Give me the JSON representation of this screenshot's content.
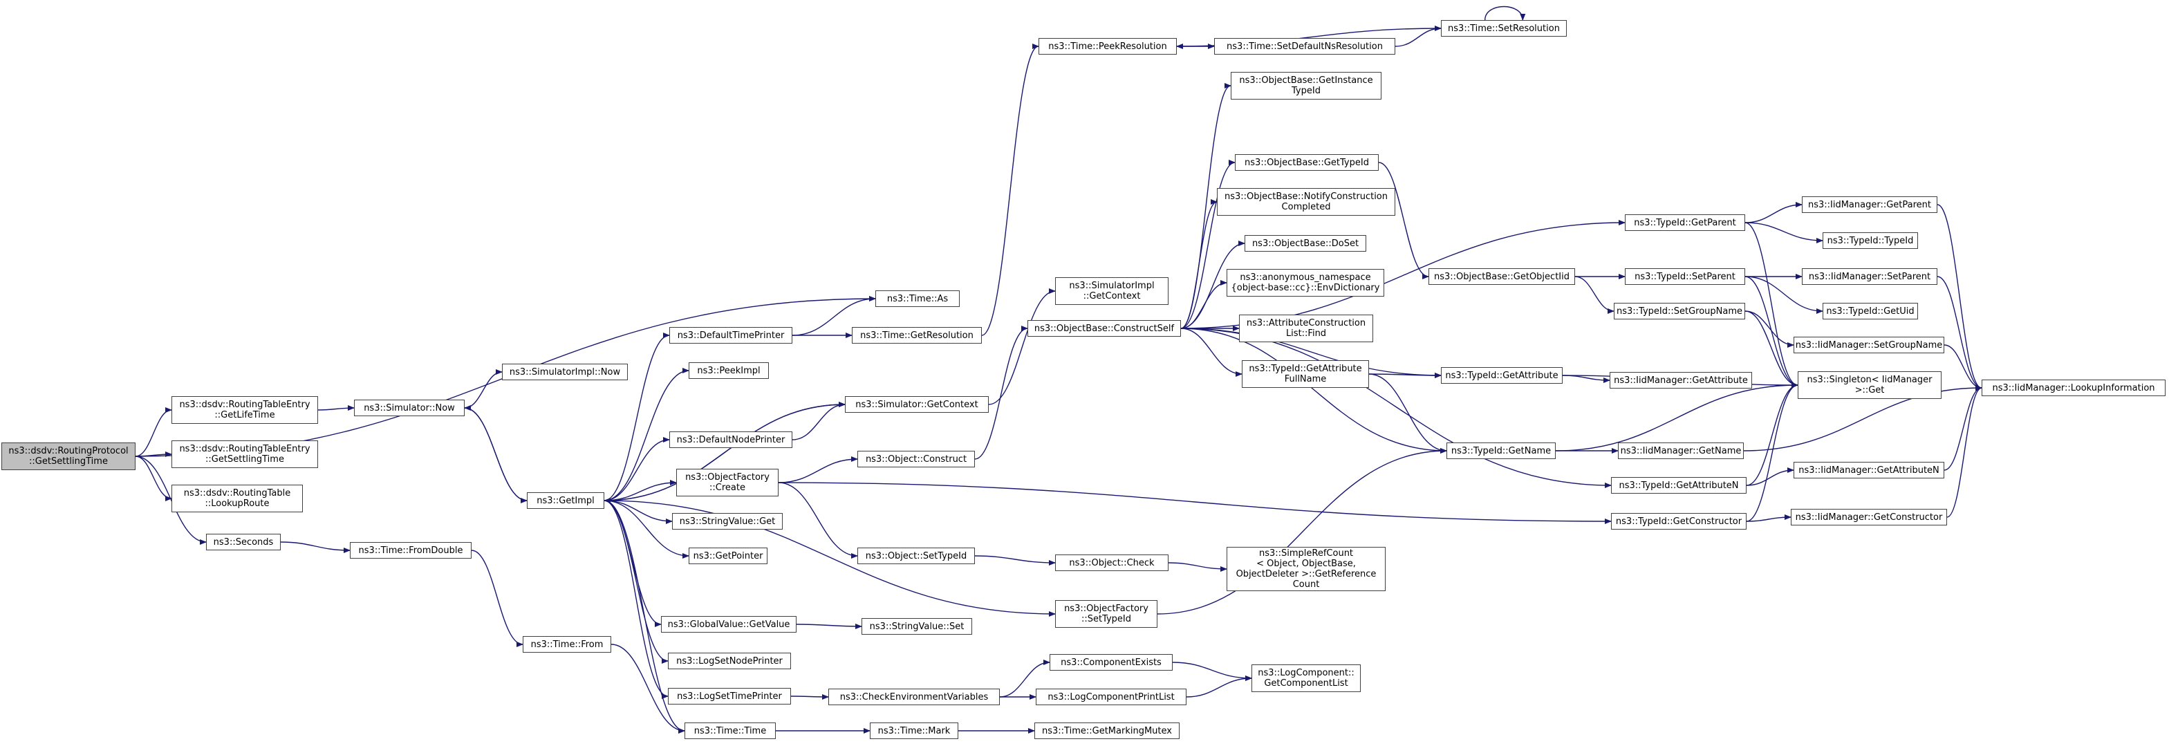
{
  "colors": {
    "edge": "#191970",
    "border": "#404040",
    "root_fill": "#bfbfbf",
    "fill": "#ffffff"
  },
  "nodes": [
    {
      "id": "root",
      "lines": [
        "ns3::dsdv::RoutingProtocol",
        "::GetSettlingTime"
      ],
      "root": true
    },
    {
      "id": "asTime",
      "lines": [
        "ns3::Time::As"
      ]
    },
    {
      "id": "rteLifeTime",
      "lines": [
        "ns3::dsdv::RoutingTableEntry",
        "::GetLifeTime"
      ]
    },
    {
      "id": "rteSettling",
      "lines": [
        "ns3::dsdv::RoutingTableEntry",
        "::GetSettlingTime"
      ]
    },
    {
      "id": "rtLookup",
      "lines": [
        "ns3::dsdv::RoutingTable",
        "::LookupRoute"
      ]
    },
    {
      "id": "seconds",
      "lines": [
        "ns3::Seconds"
      ]
    },
    {
      "id": "simNow",
      "lines": [
        "ns3::Simulator::Now"
      ]
    },
    {
      "id": "simImplNow",
      "lines": [
        "ns3::SimulatorImpl::Now"
      ]
    },
    {
      "id": "getImpl",
      "lines": [
        "ns3::GetImpl"
      ]
    },
    {
      "id": "fromDouble",
      "lines": [
        "ns3::Time::FromDouble"
      ]
    },
    {
      "id": "timeFrom",
      "lines": [
        "ns3::Time::From"
      ]
    },
    {
      "id": "defTimePrinter",
      "lines": [
        "ns3::DefaultTimePrinter"
      ]
    },
    {
      "id": "peekImpl",
      "lines": [
        "ns3::PeekImpl"
      ]
    },
    {
      "id": "defNodePrinter",
      "lines": [
        "ns3::DefaultNodePrinter"
      ]
    },
    {
      "id": "objFactCreate",
      "lines": [
        "ns3::ObjectFactory",
        "::Create"
      ]
    },
    {
      "id": "strValGet",
      "lines": [
        "ns3::StringValue::Get"
      ]
    },
    {
      "id": "getPointer",
      "lines": [
        "ns3::GetPointer"
      ]
    },
    {
      "id": "globValGet",
      "lines": [
        "ns3::GlobalValue::GetValue"
      ]
    },
    {
      "id": "logSetNode",
      "lines": [
        "ns3::LogSetNodePrinter"
      ]
    },
    {
      "id": "logSetTime",
      "lines": [
        "ns3::LogSetTimePrinter"
      ]
    },
    {
      "id": "timeTime",
      "lines": [
        "ns3::Time::Time"
      ]
    },
    {
      "id": "getResolution",
      "lines": [
        "ns3::Time::GetResolution"
      ]
    },
    {
      "id": "simGetContext",
      "lines": [
        "ns3::Simulator::GetContext"
      ]
    },
    {
      "id": "simImplGetCtx",
      "lines": [
        "ns3::SimulatorImpl",
        "::GetContext"
      ]
    },
    {
      "id": "objConstruct",
      "lines": [
        "ns3::Object::Construct"
      ]
    },
    {
      "id": "objSetTypeId",
      "lines": [
        "ns3::Object::SetTypeId"
      ]
    },
    {
      "id": "strValSet",
      "lines": [
        "ns3::StringValue::Set"
      ]
    },
    {
      "id": "checkEnv",
      "lines": [
        "ns3::CheckEnvironmentVariables"
      ]
    },
    {
      "id": "timeMark",
      "lines": [
        "ns3::Time::Mark"
      ]
    },
    {
      "id": "peekRes",
      "lines": [
        "ns3::Time::PeekResolution"
      ]
    },
    {
      "id": "setDefNsRes",
      "lines": [
        "ns3::Time::SetDefaultNsResolution"
      ]
    },
    {
      "id": "setRes",
      "lines": [
        "ns3::Time::SetResolution"
      ]
    },
    {
      "id": "objBaseConstructSelf",
      "lines": [
        "ns3::ObjectBase::ConstructSelf"
      ]
    },
    {
      "id": "objCheck",
      "lines": [
        "ns3::Object::Check"
      ]
    },
    {
      "id": "objFactSetTypeId",
      "lines": [
        "ns3::ObjectFactory",
        "::SetTypeId"
      ]
    },
    {
      "id": "compExists",
      "lines": [
        "ns3::ComponentExists"
      ]
    },
    {
      "id": "logCompPrintList",
      "lines": [
        "ns3::LogComponentPrintList"
      ]
    },
    {
      "id": "getMarkingMutex",
      "lines": [
        "ns3::Time::GetMarkingMutex"
      ]
    },
    {
      "id": "obGetInstTypeId",
      "lines": [
        "ns3::ObjectBase::GetInstance",
        "TypeId"
      ]
    },
    {
      "id": "obGetTypeId",
      "lines": [
        "ns3::ObjectBase::GetTypeId"
      ]
    },
    {
      "id": "obNotify",
      "lines": [
        "ns3::ObjectBase::NotifyConstruction",
        "Completed"
      ]
    },
    {
      "id": "obDoSet",
      "lines": [
        "ns3::ObjectBase::DoSet"
      ]
    },
    {
      "id": "anonEnvDict",
      "lines": [
        "ns3::anonymous_namespace",
        "{object-base::cc}::EnvDictionary"
      ]
    },
    {
      "id": "attrConstrFind",
      "lines": [
        "ns3::AttributeConstruction",
        "List::Find"
      ]
    },
    {
      "id": "tidGetAttrFull",
      "lines": [
        "ns3::TypeId::GetAttribute",
        "FullName"
      ]
    },
    {
      "id": "simpleRefCount",
      "lines": [
        "ns3::SimpleRefCount",
        "< Object, ObjectBase,",
        "ObjectDeleter >::GetReference",
        "Count"
      ]
    },
    {
      "id": "logCompGetList",
      "lines": [
        "ns3::LogComponent::",
        "GetComponentList"
      ]
    },
    {
      "id": "obGetObjectIid",
      "lines": [
        "ns3::ObjectBase::GetObjectIid"
      ]
    },
    {
      "id": "tidGetAttribute",
      "lines": [
        "ns3::TypeId::GetAttribute"
      ]
    },
    {
      "id": "tidGetName",
      "lines": [
        "ns3::TypeId::GetName"
      ]
    },
    {
      "id": "tidGetParent",
      "lines": [
        "ns3::TypeId::GetParent"
      ]
    },
    {
      "id": "tidSetParent",
      "lines": [
        "ns3::TypeId::SetParent"
      ]
    },
    {
      "id": "tidSetGroupName",
      "lines": [
        "ns3::TypeId::SetGroupName"
      ]
    },
    {
      "id": "iidGetAttribute",
      "lines": [
        "ns3::IidManager::GetAttribute"
      ]
    },
    {
      "id": "iidGetName",
      "lines": [
        "ns3::IidManager::GetName"
      ]
    },
    {
      "id": "tidGetAttributeN",
      "lines": [
        "ns3::TypeId::GetAttributeN"
      ]
    },
    {
      "id": "tidGetConstructor",
      "lines": [
        "ns3::TypeId::GetConstructor"
      ]
    },
    {
      "id": "iidGetParent",
      "lines": [
        "ns3::IidManager::GetParent"
      ]
    },
    {
      "id": "tidTypeId",
      "lines": [
        "ns3::TypeId::TypeId"
      ]
    },
    {
      "id": "iidSetParent",
      "lines": [
        "ns3::IidManager::SetParent"
      ]
    },
    {
      "id": "tidGetUid",
      "lines": [
        "ns3::TypeId::GetUid"
      ]
    },
    {
      "id": "iidSetGroupName",
      "lines": [
        "ns3::IidManager::SetGroupName"
      ]
    },
    {
      "id": "singletonGet",
      "lines": [
        "ns3::Singleton< IidManager",
        ">::Get"
      ]
    },
    {
      "id": "iidGetAttributeN",
      "lines": [
        "ns3::IidManager::GetAttributeN"
      ]
    },
    {
      "id": "iidGetConstructor",
      "lines": [
        "ns3::IidManager::GetConstructor"
      ]
    },
    {
      "id": "iidLookupInfo",
      "lines": [
        "ns3::IidManager::LookupInformation"
      ]
    }
  ],
  "edges": [
    [
      "root",
      "asTime"
    ],
    [
      "root",
      "rteLifeTime"
    ],
    [
      "root",
      "rteSettling"
    ],
    [
      "root",
      "rtLookup"
    ],
    [
      "root",
      "seconds"
    ],
    [
      "rteLifeTime",
      "simNow"
    ],
    [
      "simNow",
      "simImplNow"
    ],
    [
      "simNow",
      "getImpl"
    ],
    [
      "seconds",
      "fromDouble"
    ],
    [
      "fromDouble",
      "timeFrom"
    ],
    [
      "timeFrom",
      "timeTime"
    ],
    [
      "getImpl",
      "simNow"
    ],
    [
      "getImpl",
      "defTimePrinter"
    ],
    [
      "getImpl",
      "peekImpl"
    ],
    [
      "getImpl",
      "defNodePrinter"
    ],
    [
      "getImpl",
      "objFactCreate"
    ],
    [
      "getImpl",
      "strValGet"
    ],
    [
      "getImpl",
      "getPointer"
    ],
    [
      "getImpl",
      "globValGet"
    ],
    [
      "getImpl",
      "logSetNode"
    ],
    [
      "getImpl",
      "logSetTime"
    ],
    [
      "getImpl",
      "timeTime"
    ],
    [
      "getImpl",
      "simGetContext"
    ],
    [
      "getImpl",
      "objFactSetTypeId"
    ],
    [
      "defTimePrinter",
      "asTime"
    ],
    [
      "defTimePrinter",
      "getResolution"
    ],
    [
      "defNodePrinter",
      "simGetContext"
    ],
    [
      "getResolution",
      "peekRes"
    ],
    [
      "peekRes",
      "setDefNsRes"
    ],
    [
      "setDefNsRes",
      "setRes"
    ],
    [
      "setRes",
      "peekRes"
    ],
    [
      "setRes",
      "setRes"
    ],
    [
      "simGetContext",
      "getImpl"
    ],
    [
      "simGetContext",
      "simImplGetCtx"
    ],
    [
      "objFactCreate",
      "objConstruct"
    ],
    [
      "objFactCreate",
      "objSetTypeId"
    ],
    [
      "objFactCreate",
      "tidGetConstructor"
    ],
    [
      "objConstruct",
      "objBaseConstructSelf"
    ],
    [
      "objSetTypeId",
      "objCheck"
    ],
    [
      "objCheck",
      "simpleRefCount"
    ],
    [
      "globValGet",
      "strValSet"
    ],
    [
      "logSetTime",
      "checkEnv"
    ],
    [
      "checkEnv",
      "compExists"
    ],
    [
      "checkEnv",
      "logCompPrintList"
    ],
    [
      "compExists",
      "logCompGetList"
    ],
    [
      "logCompPrintList",
      "logCompGetList"
    ],
    [
      "timeTime",
      "timeMark"
    ],
    [
      "timeMark",
      "getMarkingMutex"
    ],
    [
      "objFactSetTypeId",
      "tidGetName"
    ],
    [
      "objBaseConstructSelf",
      "obGetInstTypeId"
    ],
    [
      "objBaseConstructSelf",
      "obGetTypeId"
    ],
    [
      "objBaseConstructSelf",
      "obNotify"
    ],
    [
      "objBaseConstructSelf",
      "obDoSet"
    ],
    [
      "objBaseConstructSelf",
      "anonEnvDict"
    ],
    [
      "objBaseConstructSelf",
      "attrConstrFind"
    ],
    [
      "objBaseConstructSelf",
      "tidGetAttrFull"
    ],
    [
      "objBaseConstructSelf",
      "tidGetAttribute"
    ],
    [
      "objBaseConstructSelf",
      "tidGetName"
    ],
    [
      "objBaseConstructSelf",
      "tidGetAttributeN"
    ],
    [
      "objBaseConstructSelf",
      "tidGetParent"
    ],
    [
      "obGetTypeId",
      "obGetObjectIid"
    ],
    [
      "obGetObjectIid",
      "tidSetParent"
    ],
    [
      "obGetObjectIid",
      "tidSetGroupName"
    ],
    [
      "tidGetAttrFull",
      "tidGetAttribute"
    ],
    [
      "tidGetAttrFull",
      "tidGetName"
    ],
    [
      "tidGetAttribute",
      "iidGetAttribute"
    ],
    [
      "tidGetAttribute",
      "singletonGet"
    ],
    [
      "tidGetName",
      "iidGetName"
    ],
    [
      "tidGetName",
      "singletonGet"
    ],
    [
      "tidGetParent",
      "iidGetParent"
    ],
    [
      "tidGetParent",
      "tidTypeId"
    ],
    [
      "tidGetParent",
      "singletonGet"
    ],
    [
      "tidSetParent",
      "iidSetParent"
    ],
    [
      "tidSetParent",
      "tidGetUid"
    ],
    [
      "tidSetParent",
      "singletonGet"
    ],
    [
      "tidSetGroupName",
      "iidSetGroupName"
    ],
    [
      "tidSetGroupName",
      "singletonGet"
    ],
    [
      "tidGetAttributeN",
      "iidGetAttributeN"
    ],
    [
      "tidGetAttributeN",
      "singletonGet"
    ],
    [
      "tidGetConstructor",
      "iidGetConstructor"
    ],
    [
      "tidGetConstructor",
      "singletonGet"
    ],
    [
      "iidGetParent",
      "iidLookupInfo"
    ],
    [
      "iidSetParent",
      "iidLookupInfo"
    ],
    [
      "iidSetGroupName",
      "iidLookupInfo"
    ],
    [
      "iidGetName",
      "iidLookupInfo"
    ],
    [
      "iidGetAttributeN",
      "iidLookupInfo"
    ],
    [
      "iidGetConstructor",
      "iidLookupInfo"
    ]
  ]
}
